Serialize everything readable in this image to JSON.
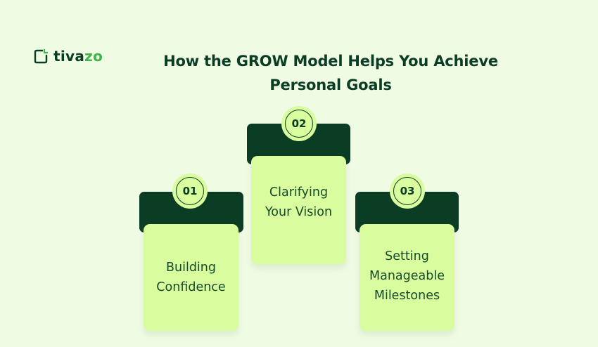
{
  "brand": {
    "name_main": "tiva",
    "name_accent": "zo",
    "icon": "tivazo-logo-icon",
    "colors": {
      "dark": "#0b3d24",
      "accent": "#3db54a"
    }
  },
  "header": {
    "title_line1": "How the GROW Model Helps You Achieve",
    "title_line2": "Personal Goals"
  },
  "steps": [
    {
      "number": "01",
      "lines": [
        "Building",
        "Confidence"
      ]
    },
    {
      "number": "02",
      "lines": [
        "Clarifying",
        "Your Vision"
      ]
    },
    {
      "number": "03",
      "lines": [
        "Setting",
        "Manageable",
        "Milestones"
      ]
    }
  ],
  "colors": {
    "background": "#effbe3",
    "header_block": "#0b3d24",
    "card": "#d8fc9e",
    "text": "#174a2a"
  }
}
